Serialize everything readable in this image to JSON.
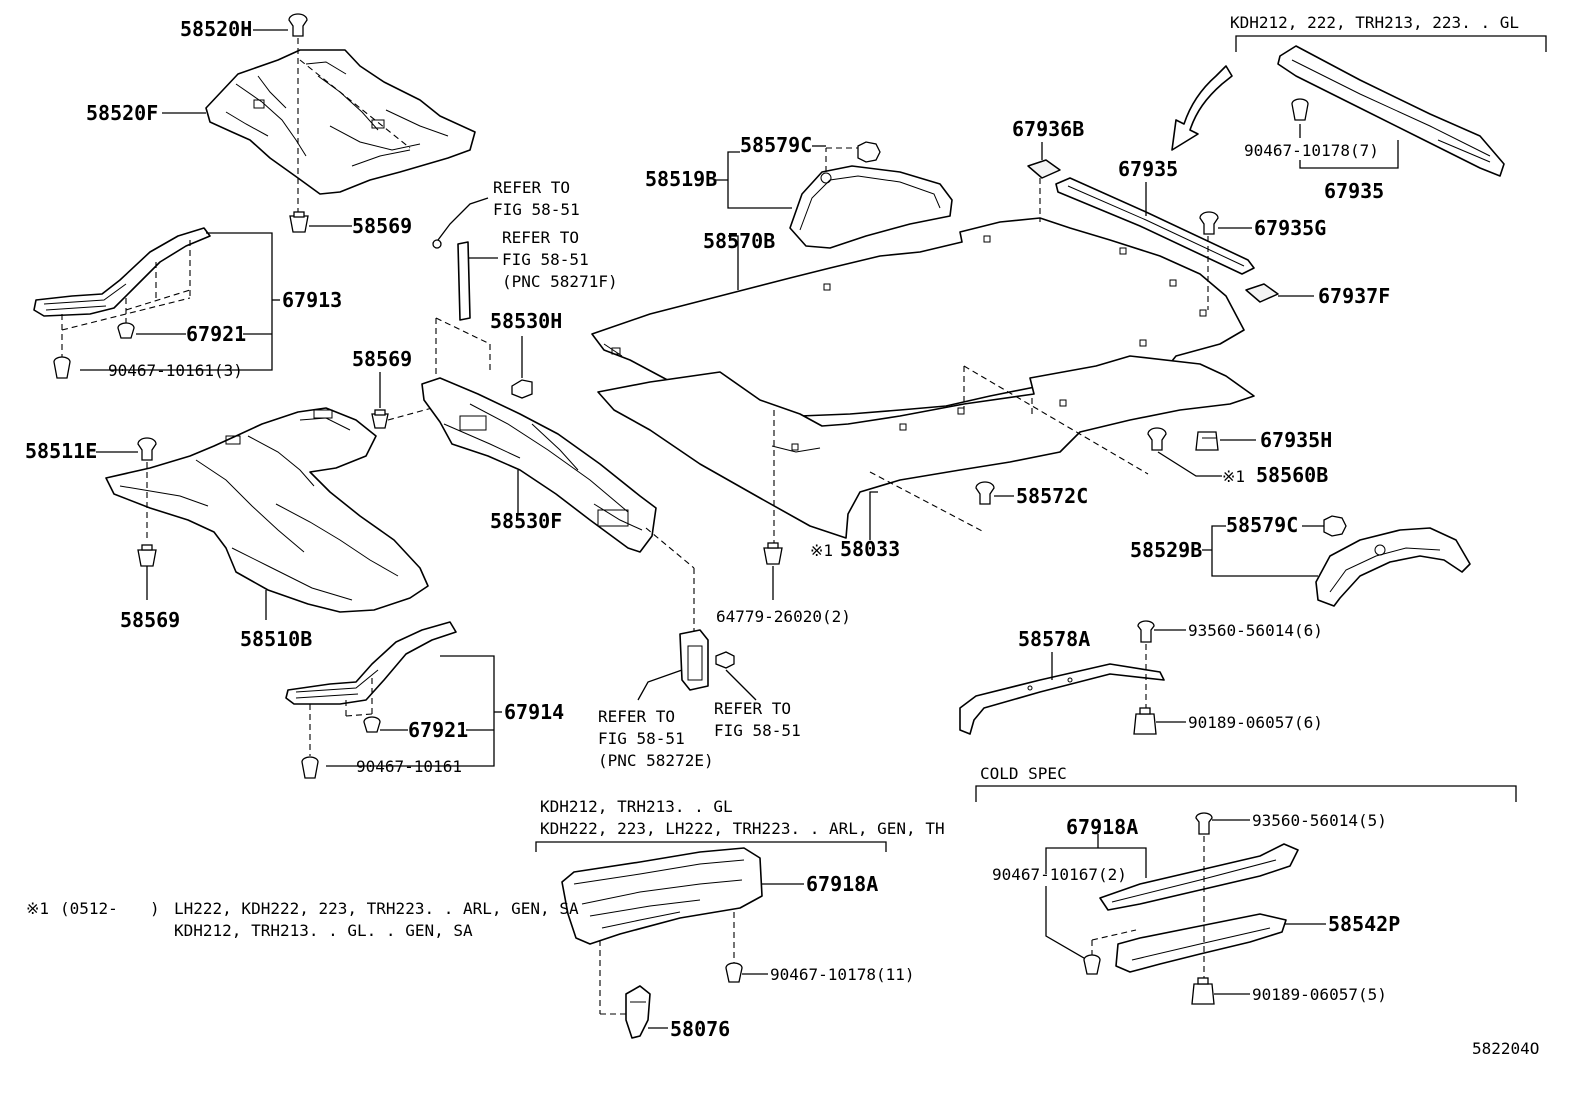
{
  "diagram_id": "582204O",
  "part_labels": {
    "p58520H": "58520H",
    "p58520F": "58520F",
    "p58569_top": "58569",
    "p67913": "67913",
    "p67921_top": "67921",
    "p90467_10161_3": "90467-10161(3)",
    "p58569_mid": "58569",
    "p58530H": "58530H",
    "p58511E": "58511E",
    "p58569_low": "58569",
    "p58510B": "58510B",
    "p58530F": "58530F",
    "p67921_low": "67921",
    "p67914": "67914",
    "p90467_10161": "90467-10161",
    "p58579C_top": "58579C",
    "p58519B": "58519B",
    "p58570B": "58570B",
    "p67936B": "67936B",
    "p67935_mid": "67935",
    "p67935G": "67935G",
    "p67937F": "67937F",
    "p90467_10178_7": "90467-10178(7)",
    "p67935_right": "67935",
    "p67935H": "67935H",
    "p58560B": "58560B",
    "p58572C": "58572C",
    "p58033": "58033",
    "p64779_26020_2": "64779-26020(2)",
    "p58579C_right": "58579C",
    "p58529B": "58529B",
    "p93560_56014_6": "93560-56014(6)",
    "p58578A": "58578A",
    "p90189_06057_6": "90189-06057(6)",
    "p67918A_left": "67918A",
    "p90467_10178_11": "90467-10178(11)",
    "p58076": "58076",
    "p67918A_right": "67918A",
    "p93560_56014_5": "93560-56014(5)",
    "p90467_10167_2": "90467-10167(2)",
    "p58542P": "58542P",
    "p90189_06057_5": "90189-06057(5)"
  },
  "notes": {
    "refer_a_1": "REFER TO",
    "refer_a_2": "FIG 58-51",
    "refer_b_1": "REFER TO",
    "refer_b_2": "FIG 58-51",
    "refer_b_3": "(PNC 58271F)",
    "refer_c_1": "REFER TO",
    "refer_c_2": "FIG 58-51",
    "refer_c_3": "(PNC 58272E)",
    "refer_d_1": "REFER TO",
    "refer_d_2": "FIG 58-51",
    "mark": "※1",
    "mark_58560B": "※1",
    "mark_58033": "※1",
    "footnote_mark": "※1",
    "footnote_date_open": "(0512-",
    "footnote_date_close": ")",
    "footnote_line1": "LH222, KDH222, 223, TRH223. . ARL, GEN, SA",
    "footnote_line2": "KDH212, TRH213. . GL. . GEN, SA"
  },
  "groups": {
    "top_right_applicability": "KDH212, 222, TRH213, 223. . GL",
    "bottom_center_line1": "KDH212, TRH213. . GL",
    "bottom_center_line2": "KDH222, 223, LH222, TRH223. . ARL, GEN, TH",
    "cold_spec": "COLD SPEC"
  }
}
